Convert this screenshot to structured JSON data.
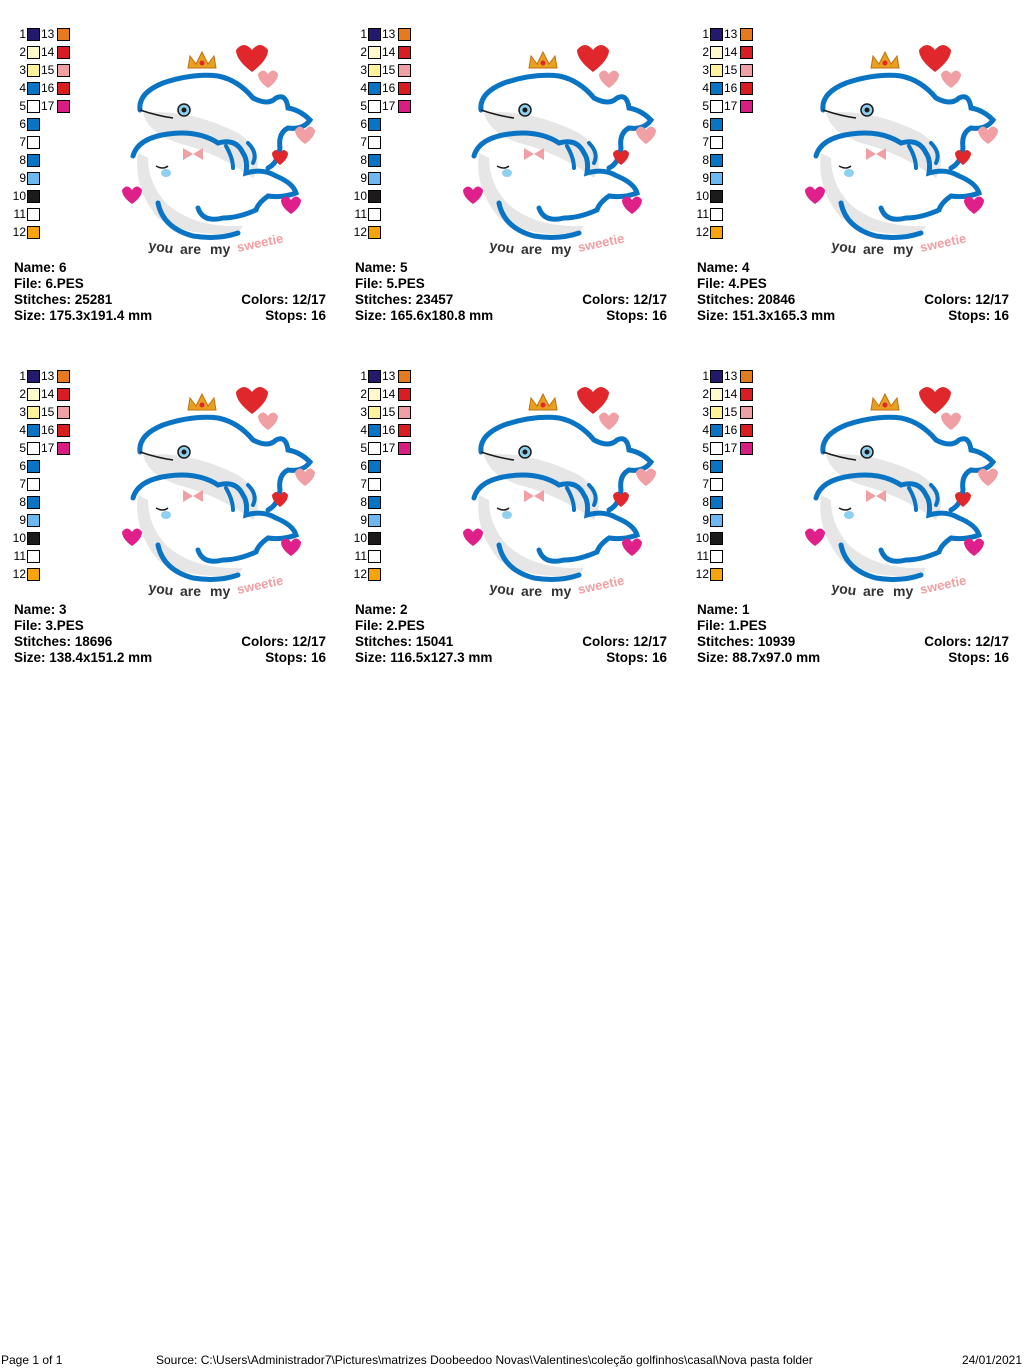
{
  "palette": {
    "left_column": [
      {
        "num": "1",
        "color": "#231a6e"
      },
      {
        "num": "2",
        "color": "#fffacb"
      },
      {
        "num": "3",
        "color": "#fff29a"
      },
      {
        "num": "4",
        "color": "#0a74c4"
      },
      {
        "num": "5",
        "color": "#ffffff"
      },
      {
        "num": "6",
        "color": "#0a74c4"
      },
      {
        "num": "7",
        "color": "#ffffff"
      },
      {
        "num": "8",
        "color": "#0a74c4"
      },
      {
        "num": "9",
        "color": "#6db8f0"
      },
      {
        "num": "10",
        "color": "#1c1a1a"
      },
      {
        "num": "11",
        "color": "#ffffff"
      },
      {
        "num": "12",
        "color": "#f7a30a"
      }
    ],
    "right_column": [
      {
        "num": "13",
        "color": "#e67a1e"
      },
      {
        "num": "14",
        "color": "#d81e24"
      },
      {
        "num": "15",
        "color": "#f0a0a4"
      },
      {
        "num": "16",
        "color": "#d81e1e"
      },
      {
        "num": "17",
        "color": "#d81e82"
      }
    ]
  },
  "artwork": {
    "caption_words": [
      "you",
      "are",
      "my",
      "sweetie"
    ],
    "outline_color": "#0a74c4",
    "crown_color": "#e8a020",
    "heart_red": "#e0282c",
    "heart_pink": "#f0a0a4",
    "heart_magenta": "#e0208a"
  },
  "designs": [
    {
      "name_label": "Name: 6",
      "file_label": "File: 6.PES",
      "stitches_label": "Stitches: 25281",
      "colors_label": "Colors: 12/17",
      "size_label": "Size: 175.3x191.4 mm",
      "stops_label": "Stops: 16"
    },
    {
      "name_label": "Name: 5",
      "file_label": "File: 5.PES",
      "stitches_label": "Stitches: 23457",
      "colors_label": "Colors: 12/17",
      "size_label": "Size: 165.6x180.8 mm",
      "stops_label": "Stops: 16"
    },
    {
      "name_label": "Name: 4",
      "file_label": "File: 4.PES",
      "stitches_label": "Stitches: 20846",
      "colors_label": "Colors: 12/17",
      "size_label": "Size: 151.3x165.3 mm",
      "stops_label": "Stops: 16"
    },
    {
      "name_label": "Name: 3",
      "file_label": "File: 3.PES",
      "stitches_label": "Stitches: 18696",
      "colors_label": "Colors: 12/17",
      "size_label": "Size: 138.4x151.2 mm",
      "stops_label": "Stops: 16"
    },
    {
      "name_label": "Name: 2",
      "file_label": "File: 2.PES",
      "stitches_label": "Stitches: 15041",
      "colors_label": "Colors: 12/17",
      "size_label": "Size: 116.5x127.3 mm",
      "stops_label": "Stops: 16"
    },
    {
      "name_label": "Name: 1",
      "file_label": "File: 1.PES",
      "stitches_label": "Stitches: 10939",
      "colors_label": "Colors: 12/17",
      "size_label": "Size: 88.7x97.0 mm",
      "stops_label": "Stops: 16"
    }
  ],
  "footer": {
    "page": "Page 1 of 1",
    "source": "Source: C:\\Users\\Administrador7\\Pictures\\matrizes Doobeedoo Novas\\Valentines\\coleção golfinhos\\casal\\Nova pasta folder",
    "date": "24/01/2021"
  }
}
